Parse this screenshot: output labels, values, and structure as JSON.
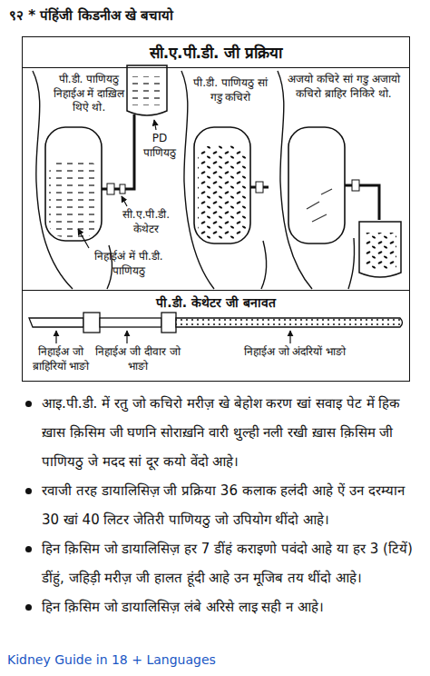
{
  "diagram": {
    "title": "९२ * पंहिंजी किडनीअ खे बचायो",
    "nodes": [
      {
        "text": [
          "सी.ए.पी.डी. जी प्रक्रिया"
        ]
      },
      {
        "text": [
          "पी.डी. केथेटर जी बनावत"
        ],
        "in": 0
      }
    ],
    "labels": [
      "पी.डी. पाणियठु निहाईअ में दाख़िल थिऐ थो.",
      "PD पाणियठु",
      "सी.ए.पी.डी. केथेटर",
      "निहाईअं में पी.डी. पाणियठु",
      "पी.डी. पाणियठु सां गडु कचिरो",
      "अजयो कचिरे सां गडु अजायो कचिरो ब़ाहिर निकिरे थो.",
      "निहाईअ जो ब़ाहिरियों भाङो",
      "निहाईअ जी दीवार जो भाङो",
      "निहाईअ जो अंदरियों भाङो",
      "आइ.पी.डी. में रतु जो कचिरो मरीज़ खे बेहोश करण खां सवाइ पेट में हिक ख़ास क़िसिम जी घणनि सोराख़नि वारी थुल्ही नली रखी ख़ास क़िसिम जी पाणियठु जे मदद सां दूर कयो वेंदो आहे।",
      "रवाजी तरह डायालिसिज़ जी प्रक्रिया 36 कलाक हलंदी आहे ऐं उन दरम्यान 30 खां 40 लिटर जेतिरी पाणियठु जो उपियोग थींदो आहे।",
      "हिन क़िसिम जो डायालिसिज़ हर 7 डींहं कराइणो पवंदो आहे या हर 3 (टियें) डींहुं, जहिड़ी मरीज़ जी हालत हूंदी आहे उन मूजिब तय थींदो आहे।",
      "हिन क़िसिम जो डायालिसिज़ लंबे अरिसे लाइ सही न आहे।",
      "Kidney Guide in 18 + Languages"
    ]
  }
}
